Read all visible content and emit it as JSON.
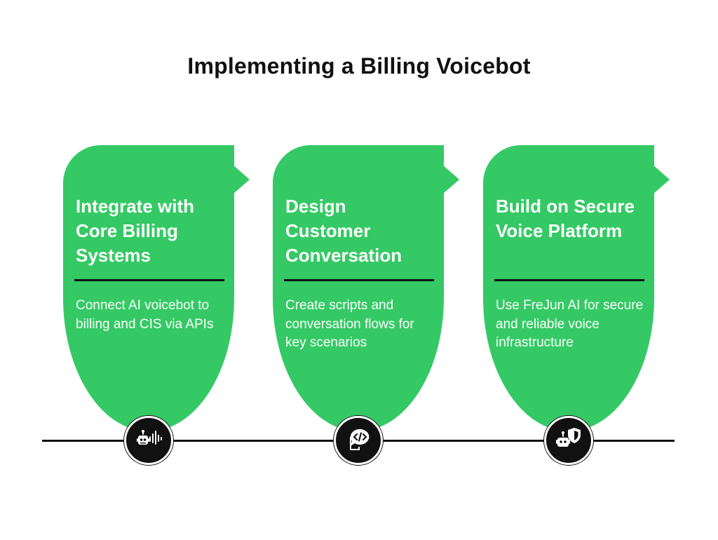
{
  "title": "Implementing a Billing Voicebot",
  "steps": [
    {
      "heading": "Integrate with Core Billing Systems",
      "description": "Connect AI voicebot to billing and CIS via APIs",
      "icon": "robot-voice-icon"
    },
    {
      "heading": "Design Customer Conversation",
      "description": "Create scripts and conversation flows for key scenarios",
      "icon": "chat-code-icon"
    },
    {
      "heading": "Build on Secure Voice Platform",
      "description": "Use FreJun AI for secure and reliable voice infrastructure",
      "icon": "robot-shield-icon"
    }
  ],
  "colors": {
    "card": "#34c964",
    "text_on_card": "#ffffff",
    "line": "#111111",
    "node": "#111111"
  }
}
